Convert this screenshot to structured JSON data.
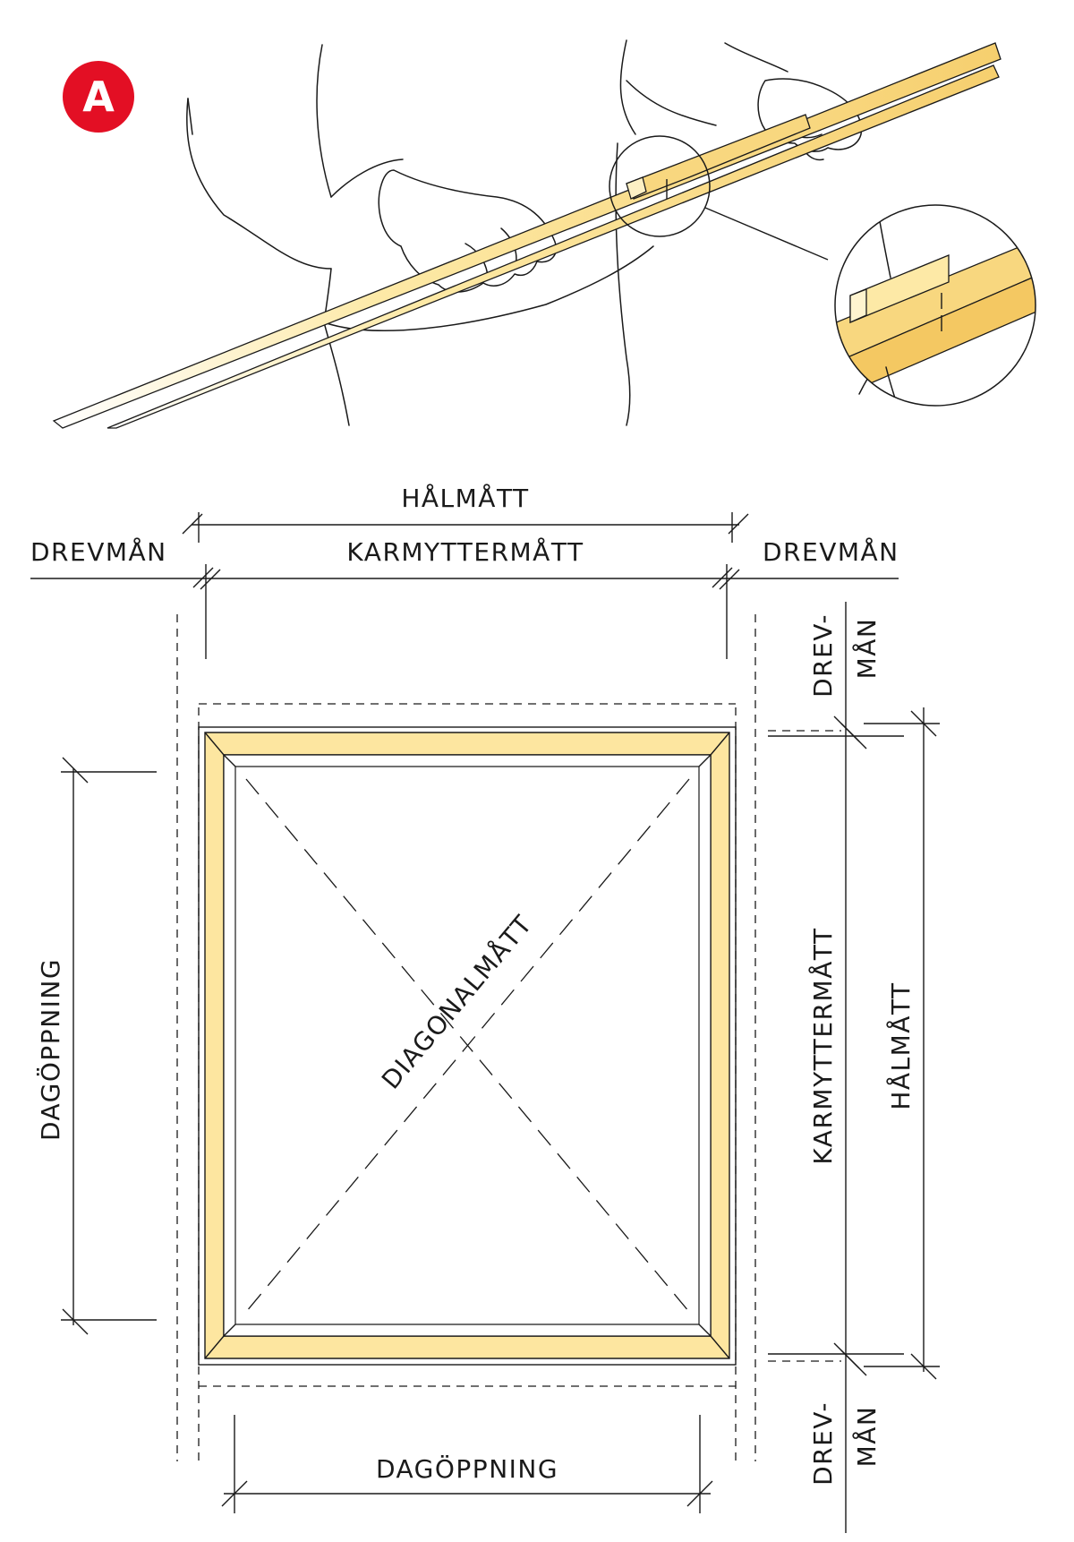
{
  "badge": {
    "letter": "A",
    "color": "#e30f24"
  },
  "labels": {
    "halmatt_top": "HÅLMÅTT",
    "karmyttermatt_top": "KARMYTTERMÅTT",
    "drevman_left": "DREVMÅN",
    "drevman_right": "DREVMÅN",
    "drev_top_1": "DREV-",
    "drev_top_2": "MÅN",
    "drev_bottom_1": "DREV-",
    "drev_bottom_2": "MÅN",
    "karmyttermatt_side": "KARMYTTERMÅTT",
    "halmatt_side": "HÅLMÅTT",
    "dagoppning_left": "DAGÖPPNING",
    "dagoppning_bottom": "DAGÖPPNING",
    "diagonalmatt": "DIAGONALMÅTT"
  },
  "colors": {
    "wood_light": "#fde9a6",
    "wood_mid": "#f8d77f",
    "wood_dark": "#eec25a",
    "frame_fill": "#fde6a0",
    "line": "#1a1a1a"
  }
}
